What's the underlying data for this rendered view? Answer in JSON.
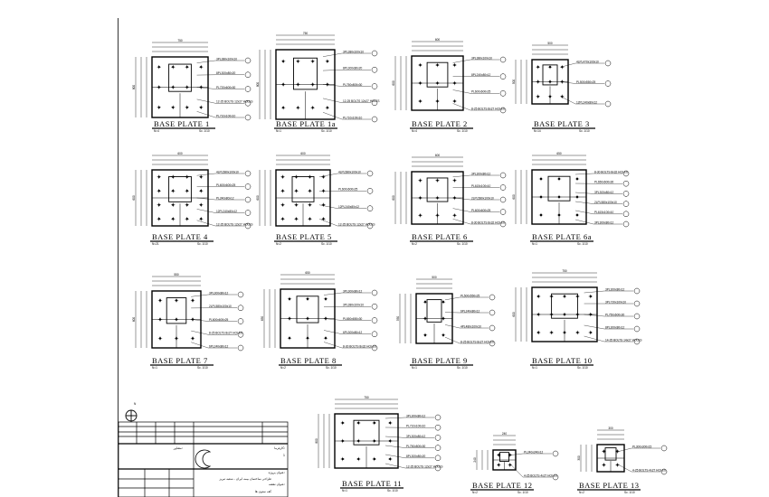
{
  "drawing": {
    "plates": [
      {
        "title": "BASE PLATE 1",
        "n": "N=4",
        "scale": "Sc. 1/10",
        "width": "750",
        "height": "800",
        "labels": [
          "3PL380x100x10",
          "8PL300x80x20",
          "PL720x600x30",
          "12-25 BOLTS 12x27 HOLES",
          "PL710x100x10"
        ]
      },
      {
        "title": "BASE PLATE 1a",
        "n": "N=1",
        "scale": "Sc. 1/10",
        "width": "750",
        "height": "800",
        "labels": [
          "3PL380x100x10",
          "8PL300x80x20",
          "PL750x800x30",
          "12-25 BOLTS 12x27 HOLES",
          "PL710x100x10"
        ]
      },
      {
        "title": "BASE PLATE 2",
        "n": "N=4",
        "scale": "Sc. 1/10",
        "width": "600",
        "height": "600",
        "labels": [
          "3PL380x100x10",
          "8PL240x80x12",
          "PL600x600x25",
          "8-25 BOLTS 8x27 HOLES"
        ]
      },
      {
        "title": "BASE PLATE 3",
        "n": "N=14",
        "scale": "Sc. 1/10",
        "width": "500",
        "height": "500",
        "labels": [
          "4LPL470x100x10",
          "PL500x550x25",
          "12PL240x80x12"
        ]
      },
      {
        "title": "BASE PLATE 4",
        "n": "N=21",
        "scale": "Sc. 1/10",
        "width": "600",
        "height": "600",
        "labels": [
          "4LPL580x100x10",
          "PL600x600x25",
          "PL240x80x12",
          "12PL240x80x12",
          "12-25 BOLTS 12x27 HOLES"
        ]
      },
      {
        "title": "BASE PLATE 5",
        "n": "N=2",
        "scale": "Sc. 1/10",
        "width": "600",
        "height": "600",
        "labels": [
          "4LPL580x100x10",
          "PL600x600x25",
          "12PL240x80x12",
          "12-25 BOLTS 12x27 HOLES"
        ]
      },
      {
        "title": "BASE PLATE 6",
        "n": "N=2",
        "scale": "Sc. 1/10",
        "width": "600",
        "height": "600",
        "labels": [
          "3PL300x80x12",
          "PL615x100x10",
          "2LPL580x100x10",
          "PL600x600x25",
          "8-30 BOLTS 8x32 HOLES"
        ]
      },
      {
        "title": "BASE PLATE 6a",
        "n": "N=1",
        "scale": "Sc. 1/10",
        "width": "650",
        "height": "600",
        "labels": [
          "8-30 BOLTS 8x32 HOLES",
          "PL650x600x30",
          "3PL300x80x12",
          "2LPL580x100x10",
          "PL615x100x10",
          "3PL300x80x12"
        ]
      },
      {
        "title": "BASE PLATE 7",
        "n": "N=1",
        "scale": "Sc. 1/10",
        "width": "550",
        "height": "600",
        "labels": [
          "3PL300x80x12",
          "2LPL580x100x10",
          "PL600x600x25",
          "8-25 BOLTS 8x27 HOLES",
          "6PL240x80x12"
        ]
      },
      {
        "title": "BASE PLATE 8",
        "n": "N=2",
        "scale": "Sc. 1/10",
        "width": "650",
        "height": "650",
        "labels": [
          "3PL300x80x12",
          "3PL380x100x10",
          "PL650x650x30",
          "6PL300x80x12",
          "8-30 BOLTS 8x32 HOLES"
        ]
      },
      {
        "title": "BASE PLATE 9",
        "n": "N=1",
        "scale": "Sc. 1/10",
        "width": "500",
        "height": "550",
        "labels": [
          "PL500x550x25",
          "6PL240x80x12",
          "4PL480x100x10",
          "8-25 BOLTS 8x27 HOLES"
        ]
      },
      {
        "title": "BASE PLATE 10",
        "n": "N=1",
        "scale": "Sc. 1/10",
        "width": "750",
        "height": "600",
        "labels": [
          "3PL300x80x12",
          "3PL720x100x10",
          "PL750x600x30",
          "8PL300x80x12",
          "14-25 BOLTS 14x27 HOLES"
        ]
      },
      {
        "title": "BASE PLATE 11",
        "n": "N=1",
        "scale": "Sc. 1/10",
        "width": "750",
        "height": "800",
        "labels": [
          "3PL300x80x12",
          "PL710x100x10",
          "3PL300x80x12",
          "PL750x800x30",
          "8PL300x80x20",
          "12-25 BOLTS 12x27 HOLES"
        ]
      },
      {
        "title": "BASE PLATE 12",
        "n": "N=2",
        "scale": "Sc. 1/10",
        "width": "240",
        "height": "240",
        "labels": [
          "PL240x240x12",
          "4-25 BOLTS 4x27 HOLES"
        ]
      },
      {
        "title": "BASE PLATE 13",
        "n": "N=2",
        "scale": "Sc. 1/10",
        "width": "300",
        "height": "300",
        "labels": [
          "PL300x300x15",
          "4-25 BOLTS 4x27 HOLES"
        ]
      }
    ]
  },
  "north_arrow": {
    "label": "N"
  },
  "title_block": {
    "consultant_label": "مشاور:",
    "employer_label": "کارفرما:",
    "employer_value": "1",
    "project_title_label": "عنوان پروژه:",
    "project_title": "طراحی ساختمان بیمه ایران - شعبه تبریز",
    "drawing_title_label": "عنوان نقشه:",
    "drawing_title": "کف ستون ها"
  }
}
